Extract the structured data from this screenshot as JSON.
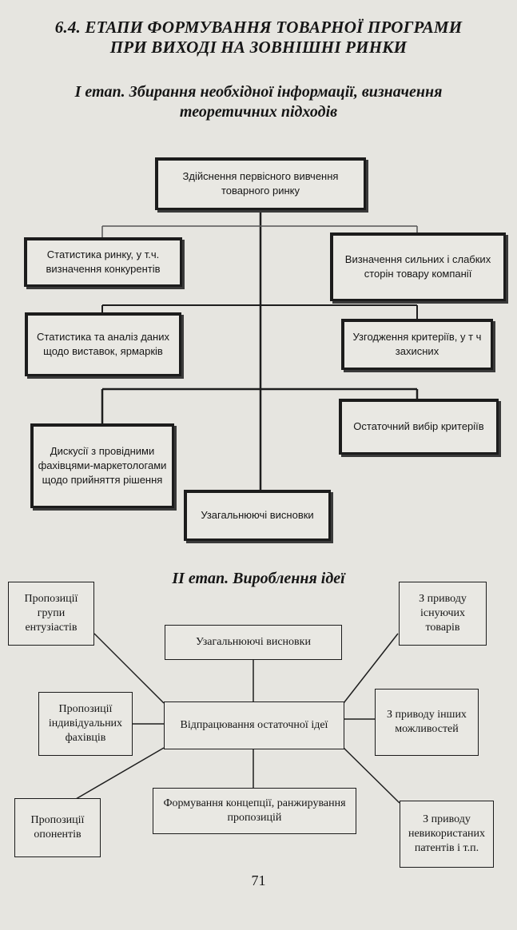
{
  "header": {
    "title_line1": "6.4. ЕТАПИ ФОРМУВАННЯ ТОВАРНОЇ ПРОГРАМИ",
    "title_line2": "ПРИ ВИХОДІ НА ЗОВНІШНІ РИНКИ"
  },
  "stage1": {
    "heading_line1": "І етап. Збирання необхідної інформації, визначення",
    "heading_line2": "теоретичних підходів",
    "boxes": {
      "top": "Здійснення первісного вивчення товарного ринку",
      "left1": "Статистика ринку, у т.ч. визначення конкурентів",
      "right1": "Визначення сильних і слабких сторін товару компанії",
      "left2": "Статистика та аналіз даних щодо виставок, ярмарків",
      "right2": "Узгодження критеріїв, у т ч захисних",
      "right3": "Остаточний вибір критеріїв",
      "left3": "Дискусії з провідними фахівцями-маркетологами щодо прийняття рішення",
      "center_bottom": "Узагальнюючі висновки"
    }
  },
  "stage2": {
    "heading": "ІІ етап. Вироблення ідеї",
    "boxes": {
      "top_center": "Узагальнюючі висновки",
      "center": "Відпрацювання остаточної ідеї",
      "bottom_center": "Формування концепції, ранжирування пропозицій",
      "left_top": "Пропозиції групи ентузіастів",
      "left_mid": "Пропозиції індивідуальних фахівців",
      "left_bottom": "Пропозиції опонентів",
      "right_top": "З приводу існуючих товарів",
      "right_mid": "З приводу інших можливостей",
      "right_bottom": "З приводу невикористаних патентів і т.п."
    }
  },
  "page_number": "71"
}
